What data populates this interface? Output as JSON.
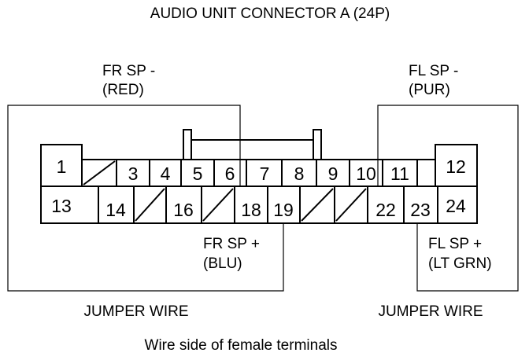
{
  "title": "AUDIO UNIT CONNECTOR A (24P)",
  "caption": "Wire side of female terminals",
  "labels": {
    "fr_minus": {
      "line1": "FR SP -",
      "line2": "(RED)"
    },
    "fl_minus": {
      "line1": "FL SP -",
      "line2": "(PUR)"
    },
    "fr_plus": {
      "line1": "FR SP +",
      "line2": "(BLU)"
    },
    "fl_plus": {
      "line1": "FL SP +",
      "line2": "(LT GRN)"
    },
    "jumper_left": "JUMPER WIRE",
    "jumper_right": "JUMPER WIRE"
  },
  "pins": {
    "p1": "1",
    "p3": "3",
    "p4": "4",
    "p5": "5",
    "p6": "6",
    "p7": "7",
    "p8": "8",
    "p9": "9",
    "p10": "10",
    "p11": "11",
    "p12": "12",
    "p13": "13",
    "p14": "14",
    "p16": "16",
    "p18": "18",
    "p19": "19",
    "p22": "22",
    "p23": "23",
    "p24": "24"
  },
  "colors": {
    "line": "#000000",
    "background": "#ffffff"
  }
}
